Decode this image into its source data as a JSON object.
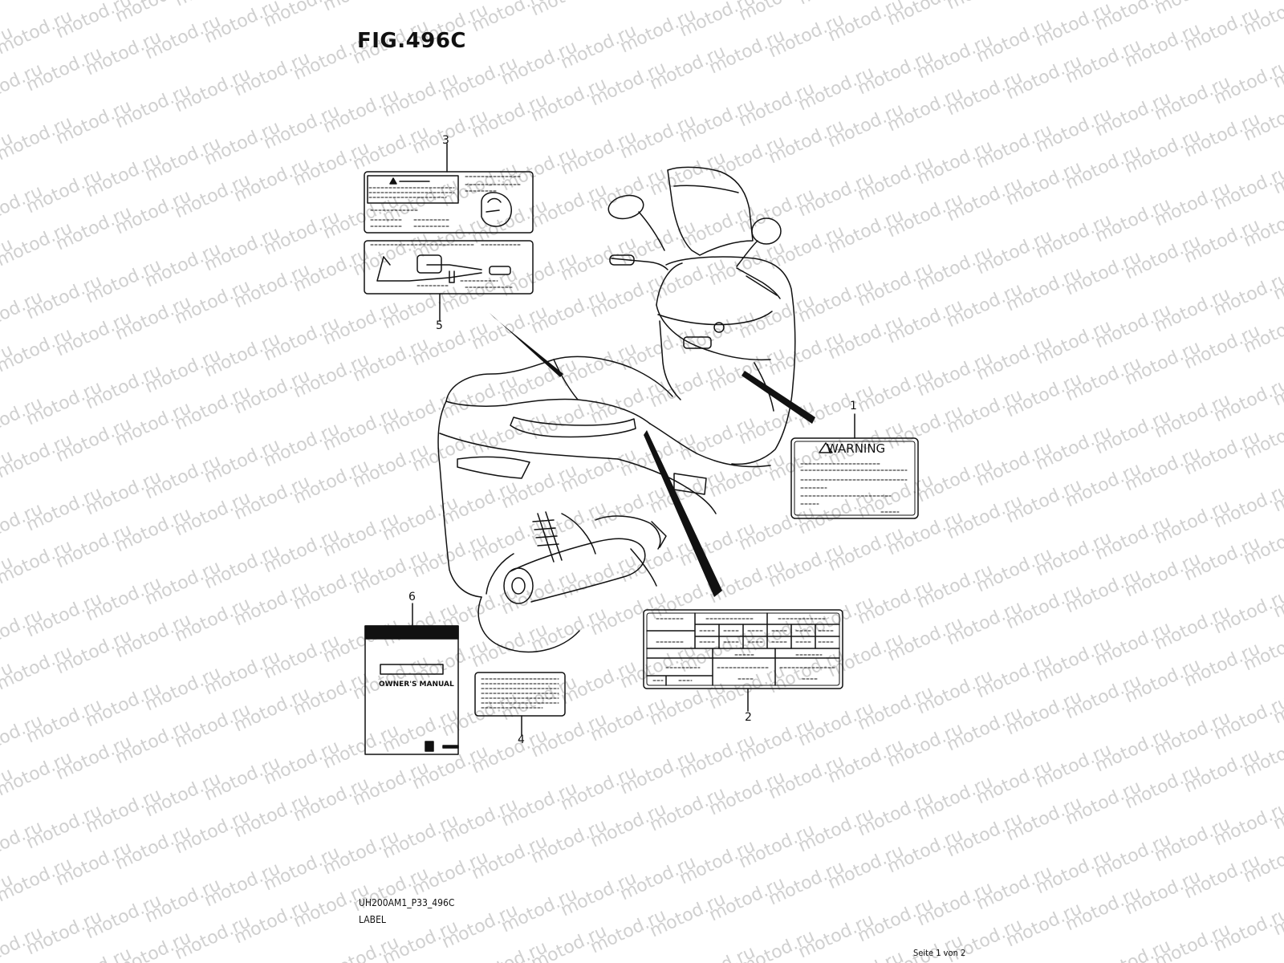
{
  "title": "FIG.496C",
  "footer": {
    "code": "UH200AM1_P33_496C",
    "caption": "LABEL",
    "page": "Seite 1 von 2"
  },
  "watermark": "motod.ru",
  "callouts": [
    "1",
    "2",
    "3",
    "4",
    "5",
    "6"
  ],
  "labels": {
    "warning": "WARNING",
    "owners_manual": "OWNER'S MANUAL"
  }
}
